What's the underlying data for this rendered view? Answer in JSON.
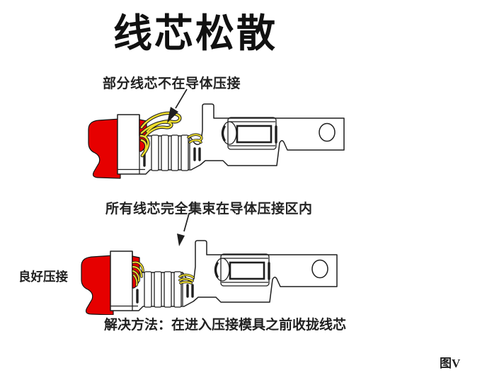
{
  "title": "线芯松散",
  "diagram_top": {
    "caption": "部分线芯不在导体压接",
    "arrow_icon": "down-arrow-icon"
  },
  "diagram_bottom": {
    "caption": "所有线芯完全集束在导体压接区内",
    "side_label": "良好压接",
    "arrow_icon": "down-arrow-icon"
  },
  "solution_text": "解决方法：在进入压接模具之前收拢线芯",
  "figure_label": "图V",
  "colors": {
    "insulation_red": "#e60000",
    "strand_yellow": "#eedd2c",
    "line_black": "#1f1f1f",
    "background": "#ffffff"
  }
}
